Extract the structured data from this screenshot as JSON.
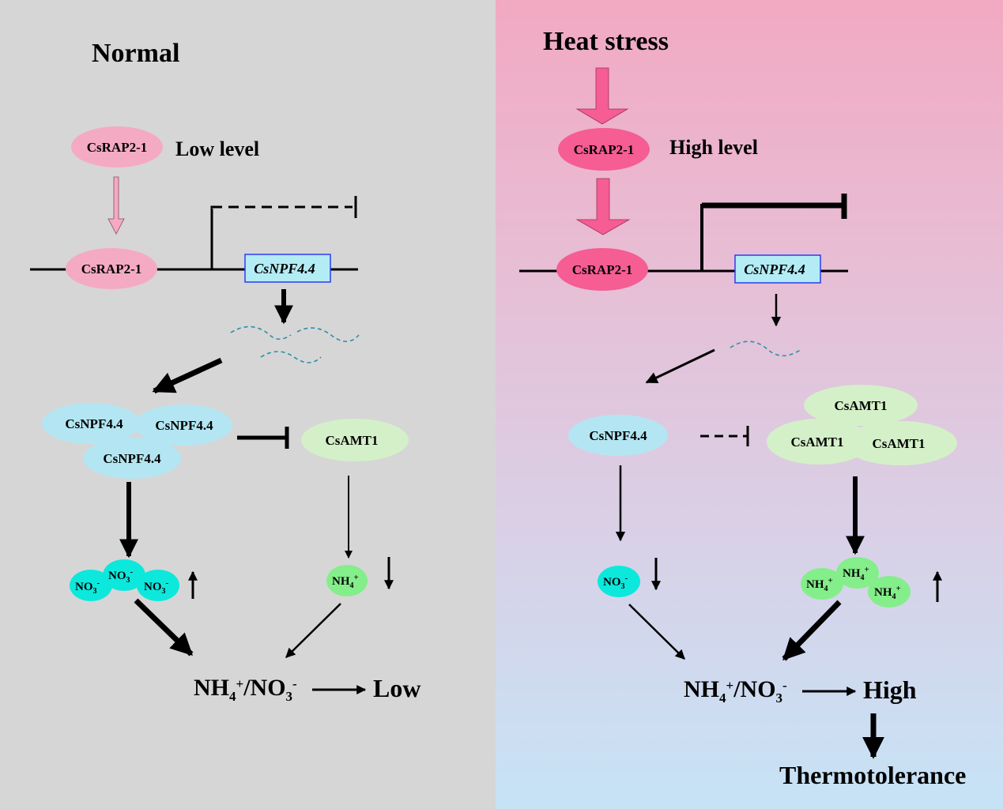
{
  "left": {
    "title": "Normal",
    "rap_top": "CsRAP2-1",
    "rap_level": "Low level",
    "rap_bound": "CsRAP2-1",
    "gene": "CsNPF4.4",
    "npf": [
      "CsNPF4.4",
      "CsNPF4.4",
      "CsNPF4.4"
    ],
    "amt": [
      "CsAMT1"
    ],
    "no3_label": "NO",
    "nh4_label": "NH",
    "ratio_nh": "NH",
    "ratio_no": "/NO",
    "ratio_sub4": "4",
    "ratio_sub3": "3",
    "ratio_plus": "+",
    "ratio_minus": "-",
    "ratio_result": "Low"
  },
  "right": {
    "title": "Heat stress",
    "rap_top": "CsRAP2-1",
    "rap_level": "High level",
    "rap_bound": "CsRAP2-1",
    "gene": "CsNPF4.4",
    "npf": [
      "CsNPF4.4"
    ],
    "amt": [
      "CsAMT1",
      "CsAMT1",
      "CsAMT1"
    ],
    "no3_label": "NO",
    "nh4_label": "NH",
    "ratio_nh": "NH",
    "ratio_no": "/NO",
    "ratio_sub4": "4",
    "ratio_sub3": "3",
    "ratio_plus": "+",
    "ratio_minus": "-",
    "ratio_result": "High",
    "outcome": "Thermotolerance"
  },
  "ions": {
    "sub3": "3",
    "sub4": "4",
    "minus": "-",
    "plus": "+"
  },
  "colors": {
    "left_bg": "#d6d6d6",
    "rap_low": "#f5aac4",
    "rap_high": "#f55d93",
    "npf": "#b3e6f2",
    "amt": "#d4f0c8",
    "no3": "#0de8dc",
    "nh4": "#84ee8a",
    "gene_box_fill": "#b3ecf5",
    "gene_box_border": "#2a3cf0",
    "mrna": "#2a8fa8"
  }
}
